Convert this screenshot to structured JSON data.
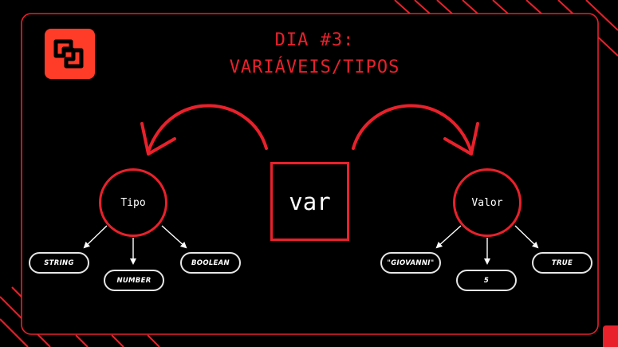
{
  "title": {
    "line1": "DIA #3:",
    "line2": "VARIÁVEIS/TIPOS"
  },
  "center": {
    "label": "var"
  },
  "left_node": {
    "label": "Tipo",
    "children": [
      "STRING",
      "NUMBER",
      "BOOLEAN"
    ]
  },
  "right_node": {
    "label": "Valor",
    "children": [
      "\"GIOVANNI\"",
      "5",
      "TRUE"
    ]
  },
  "colors": {
    "background": "#000000",
    "accent_red": "#e8212b",
    "logo_orange": "#ff3c28",
    "pill_border": "#e6e6e6",
    "text_white": "#ffffff"
  },
  "icons": {
    "logo": "overlapping-squares-logo-icon"
  }
}
